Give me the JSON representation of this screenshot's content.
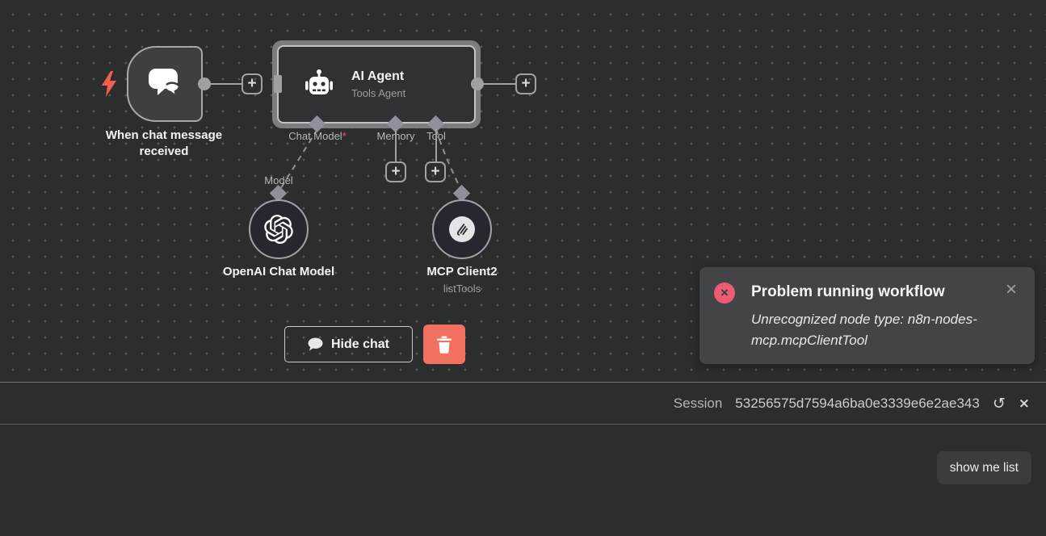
{
  "canvas": {
    "trigger": {
      "label": "When chat message received"
    },
    "agent": {
      "title": "AI Agent",
      "subtitle": "Tools Agent",
      "required_mark": "*",
      "inputs": [
        {
          "label": "Chat Model"
        },
        {
          "label": "Memory"
        },
        {
          "label": "Tool"
        }
      ]
    },
    "openai": {
      "port_label": "Model",
      "label": "OpenAI Chat Model"
    },
    "mcp": {
      "label": "MCP Client2",
      "operation": "listTools"
    },
    "hide_chat_label": "Hide chat",
    "plus_glyph": "+"
  },
  "toast": {
    "title": "Problem running workflow",
    "message": "Unrecognized node type: n8n-nodes-mcp.mcpClientTool",
    "error_glyph": "×",
    "close_glyph": "×"
  },
  "chat": {
    "session_label": "Session",
    "session_id": "53256575d7594a6ba0e3339e6e2ae343",
    "refresh_glyph": "↺",
    "close_glyph": "×",
    "message": "show me list"
  },
  "colors": {
    "canvas_bg": "#2c2d2d",
    "accent_red": "#f2604d",
    "trash_red": "#f2705f",
    "toast_error_pink": "#ee5c73",
    "connector_gray": "#9fa1a4",
    "node_fill": "#2f3134",
    "selection_ring": "#7b7d80"
  }
}
